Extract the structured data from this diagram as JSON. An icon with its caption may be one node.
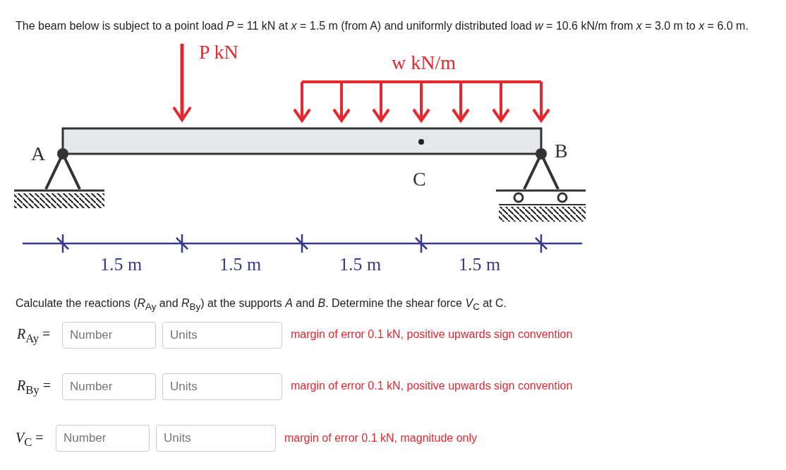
{
  "diagram": {
    "labels": [
      "The beam below is subject to a point load *P* = 11 kN at *x* = 1.5 m (from A) and uniformly distributed load *w* = 10.6 kN/m from *x* = 3.0 m to *x* = 6.0 m.",
      "P kN",
      "w kN/m",
      "A",
      "B",
      "C",
      "1.5 m",
      "1.5 m",
      "1.5 m",
      "1.5 m",
      "Calculate the reactions (*R*$_{Ay}$ and *R*$_{By}$) at the supports *A* and *B*. Determine the shear force *V*$_{C}$ at C.",
      "*R*$_{Ay}$ =",
      "Number",
      "Units",
      "margin of error 0.1 kN, positive upwards sign convention",
      "*R*$_{By}$ =",
      "Number",
      "Units",
      "margin of error 0.1 kN, positive upwards sign convention",
      "*V*$_{C}$ =",
      "Number",
      "Units",
      "margin of error 0.1 kN, magnitude only"
    ]
  }
}
